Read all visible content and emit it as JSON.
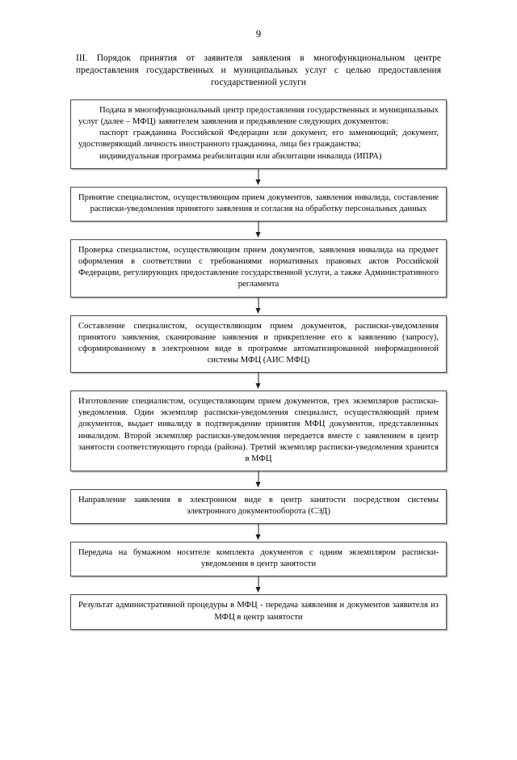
{
  "document": {
    "page_number": "9",
    "heading_lines": [
      "III. Порядок принятия от заявителя заявления в многофункциональном центре предо-",
      "ставления государственных и муниципальных услуг с целью предоставления государ-",
      "ственной услуги"
    ],
    "heading_full": "III. Порядок принятия от заявителя заявления в многофункциональном центре предоставления государственных и муниципальных услуг с целью предоставления государственной услуги"
  },
  "flowchart": {
    "type": "vertical-process-flow",
    "connector_count": 7,
    "nodes": [
      {
        "id": "node-1",
        "paragraphs": [
          "Подача в многофункциональный центр предоставления государственных и муниципальных услуг (далее – МФЦ) заявителем заявления и предъявление следующих документов:",
          "паспорт гражданина Российской Федерации или документ, его заменяющий; документ, удостоверяющий личность иностранного гражданина, лица без гражданства;",
          "индивидуальная программа реабилитации или абилитации инвалида (ИПРА)"
        ]
      },
      {
        "id": "node-2",
        "paragraphs": [
          "Принятие специалистом, осуществляющим прием документов, заявления инвалида, составление расписки-уведомления принятого заявления и согласия на обработку персональных данных"
        ]
      },
      {
        "id": "node-3",
        "paragraphs": [
          "Проверка специалистом, осуществляющим прием документов, заявления инвалида на предмет оформления в соответствии с требованиями нормативных правовых актов Российской Федерации, регулирующих предоставление государственной услуги, а также Административного регламента"
        ]
      },
      {
        "id": "node-4",
        "paragraphs": [
          "Составление специалистом, осуществляющим прием документов, расписки-уведомления принятого заявления, сканирование заявления и прикрепление его к заявлению (запросу), сформированному в электронном виде в программе автоматизированной информационной системы МФЦ (АИС МФЦ)"
        ]
      },
      {
        "id": "node-5",
        "paragraphs": [
          "Изготовление специалистом, осуществляющим прием документов, трех экземпляров расписки-уведомления. Один экземпляр расписки-уведомления специалист, осуществляющий прием документов, выдает инвалиду в подтверждение принятия МФЦ документов, представленных инвалидом. Второй экземпляр расписки-уведомления передается вместе с заявлением в центр занятости соответствующего города (района). Третий экземпляр расписки-уведомления хранится в МФЦ"
        ]
      },
      {
        "id": "node-6",
        "paragraphs": [
          "Направление заявления в электронном виде в центр занятости посредством системы электронного документооборота (СЭД)"
        ]
      },
      {
        "id": "node-7",
        "paragraphs": [
          "Передача на бумажном носителе комплекта документов с одним экземпляром расписки-уведомления в центр занятости"
        ]
      },
      {
        "id": "node-8",
        "paragraphs": [
          "Результат административной процедуры в МФЦ - передача заявления и документов заявителя из МФЦ в центр занятости"
        ]
      }
    ]
  },
  "colors": {
    "text": "#000000",
    "box_border": "#4a4a4a",
    "box_shadow": "#b9b9b9",
    "arrow": "#1d1d1d",
    "background": "#ffffff"
  }
}
